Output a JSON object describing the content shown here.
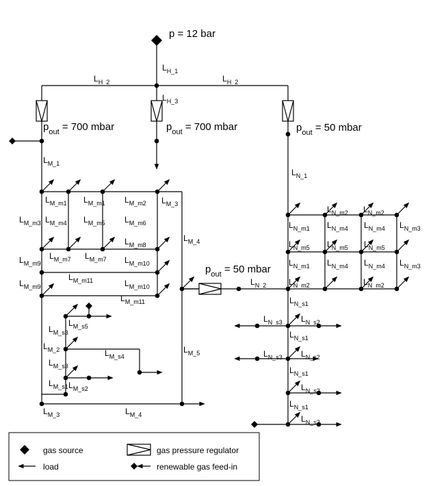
{
  "pressures": {
    "source": "p = 12 bar",
    "p": "p",
    "out": "out",
    "val_700": "= 700 mbar",
    "val_50": "= 50 mbar"
  },
  "labels": {
    "L": "L",
    "H_1": "H_1",
    "H_2": "H_2",
    "H_3": "H_3",
    "M_1": "M_1",
    "M_2": "M_2",
    "M_3": "M_3",
    "M_4": "M_4",
    "M_5": "M_5",
    "M_m1": "M_m1",
    "M_m2": "M_m2",
    "M_m3": "M_m3",
    "M_m4": "M_m4",
    "M_m5": "M_m5",
    "M_m6": "M_m6",
    "M_m7": "M_m7",
    "M_m8": "M_m8",
    "M_m9": "M_m9",
    "M_m10": "M_m10",
    "M_m11": "M_m11",
    "M_s1": "M_s1",
    "M_s2": "M_s2",
    "M_s3": "M_s3",
    "M_s4": "M_s4",
    "M_s5": "M_s5",
    "N_1": "N_1",
    "N_2": "N_2",
    "N_m1": "N_m1",
    "N_m2": "N_m2",
    "N_m3": "N_m3",
    "N_m4": "N_m4",
    "N_m5": "N_m5",
    "N_s1": "N_s1",
    "N_s2": "N_s2",
    "N_s3": "N_s3"
  },
  "legend": {
    "gas_source": "gas source",
    "regulator": "gas pressure regulator",
    "load": "load",
    "feed_in": "renewable gas feed-in"
  }
}
